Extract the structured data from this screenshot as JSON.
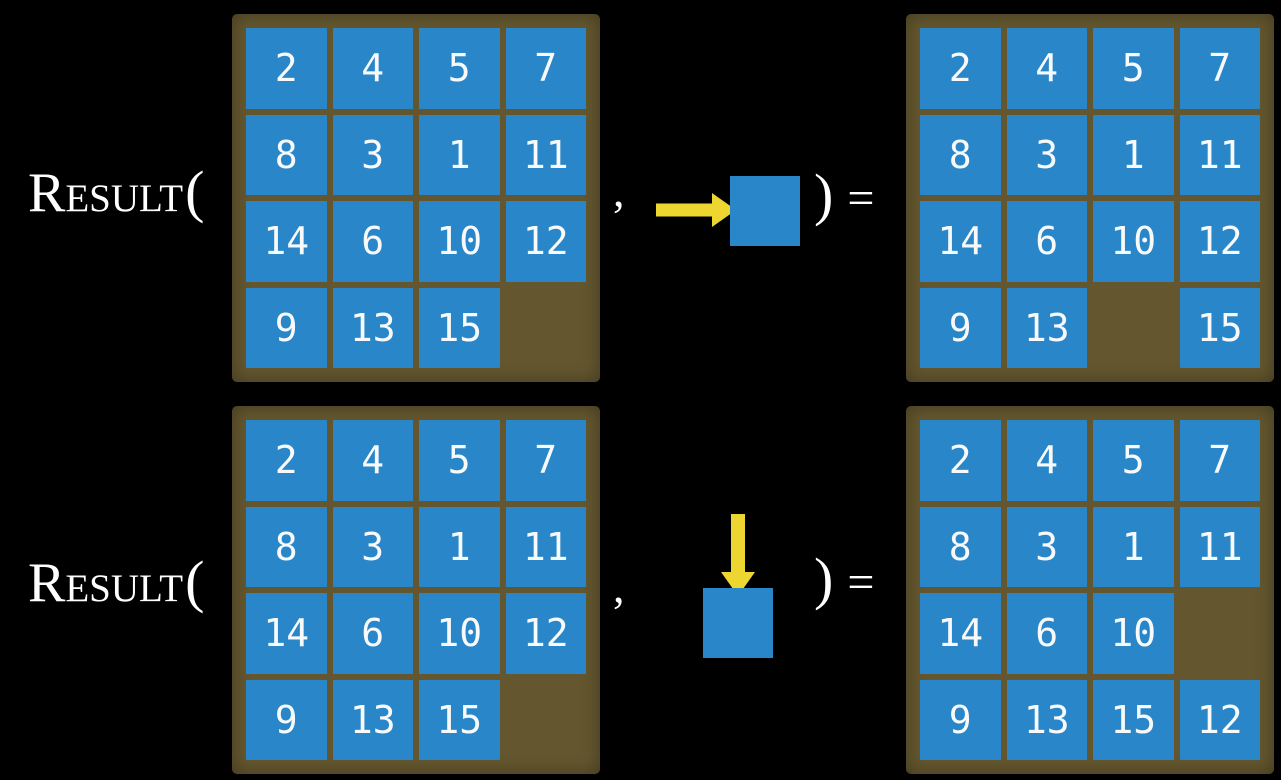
{
  "colors": {
    "page-bg": "#000000",
    "frame-brown": "#64572f",
    "tile-blue": "#2886c9",
    "arrow-yellow": "#eed630",
    "text-white": "#ffffff"
  },
  "labels": {
    "function_name": "Result",
    "open_paren": "(",
    "close_paren": ")",
    "equals": "=",
    "comma": ","
  },
  "rows": [
    {
      "action": {
        "direction": "right",
        "icon": "arrow-right-icon"
      },
      "input_grid": [
        [
          "2",
          "4",
          "5",
          "7"
        ],
        [
          "8",
          "3",
          "1",
          "11"
        ],
        [
          "14",
          "6",
          "10",
          "12"
        ],
        [
          "9",
          "13",
          "15",
          ""
        ]
      ],
      "output_grid": [
        [
          "2",
          "4",
          "5",
          "7"
        ],
        [
          "8",
          "3",
          "1",
          "11"
        ],
        [
          "14",
          "6",
          "10",
          "12"
        ],
        [
          "9",
          "13",
          "",
          "15"
        ]
      ]
    },
    {
      "action": {
        "direction": "down",
        "icon": "arrow-down-icon"
      },
      "input_grid": [
        [
          "2",
          "4",
          "5",
          "7"
        ],
        [
          "8",
          "3",
          "1",
          "11"
        ],
        [
          "14",
          "6",
          "10",
          "12"
        ],
        [
          "9",
          "13",
          "15",
          ""
        ]
      ],
      "output_grid": [
        [
          "2",
          "4",
          "5",
          "7"
        ],
        [
          "8",
          "3",
          "1",
          "11"
        ],
        [
          "14",
          "6",
          "10",
          ""
        ],
        [
          "9",
          "13",
          "15",
          "12"
        ]
      ]
    }
  ]
}
